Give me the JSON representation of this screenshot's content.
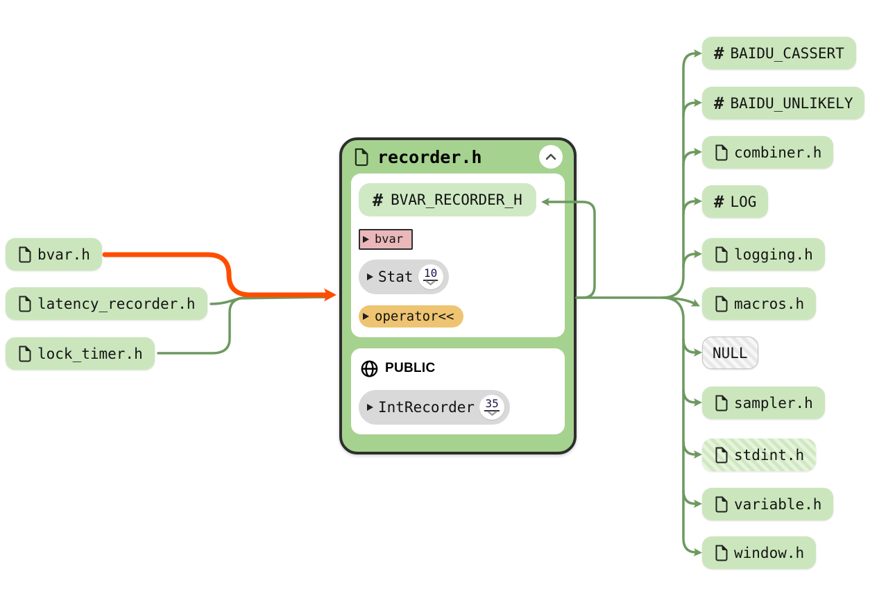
{
  "graph": {
    "left_nodes": [
      {
        "label": "bvar.h",
        "icon": "file-icon"
      },
      {
        "label": "latency_recorder.h",
        "icon": "file-icon"
      },
      {
        "label": "lock_timer.h",
        "icon": "file-icon"
      }
    ],
    "center_node": {
      "title": "recorder.h",
      "title_icon": "file-icon",
      "collapse_icon": "chevron-up-icon",
      "sections": [
        {
          "items": [
            {
              "label": "BVAR_RECORDER_H",
              "kind": "macro",
              "icon": "hash-icon"
            },
            {
              "label": "bvar",
              "kind": "module"
            },
            {
              "label": "Stat",
              "kind": "class",
              "count": "10"
            },
            {
              "label": "operator<<",
              "kind": "function"
            }
          ]
        },
        {
          "header": {
            "label": "PUBLIC",
            "icon": "globe-icon"
          },
          "items": [
            {
              "label": "IntRecorder",
              "kind": "class",
              "count": "35"
            }
          ]
        }
      ]
    },
    "right_nodes": [
      {
        "label": "BAIDU_CASSERT",
        "icon": "hash-icon",
        "hatched": false
      },
      {
        "label": "BAIDU_UNLIKELY",
        "icon": "hash-icon",
        "hatched": false
      },
      {
        "label": "combiner.h",
        "icon": "file-icon",
        "hatched": false
      },
      {
        "label": "LOG",
        "icon": "hash-icon",
        "hatched": false
      },
      {
        "label": "logging.h",
        "icon": "file-icon",
        "hatched": false
      },
      {
        "label": "macros.h",
        "icon": "file-icon",
        "hatched": false
      },
      {
        "label": "NULL",
        "icon": null,
        "hatched": true
      },
      {
        "label": "sampler.h",
        "icon": "file-icon",
        "hatched": false
      },
      {
        "label": "stdint.h",
        "icon": "file-icon",
        "hatched": true
      },
      {
        "label": "variable.h",
        "icon": "file-icon",
        "hatched": false
      },
      {
        "label": "window.h",
        "icon": "file-icon",
        "hatched": false
      }
    ],
    "edges": {
      "incoming": [
        {
          "from": "bvar.h",
          "to": "recorder.h",
          "highlighted": true
        },
        {
          "from": "latency_recorder.h",
          "to": "recorder.h",
          "highlighted": false
        },
        {
          "from": "lock_timer.h",
          "to": "recorder.h",
          "highlighted": false
        }
      ],
      "internal": [
        {
          "from": "recorder.h",
          "to": "BVAR_RECORDER_H"
        }
      ],
      "outgoing": [
        {
          "from": "recorder.h",
          "to": "BAIDU_CASSERT"
        },
        {
          "from": "recorder.h",
          "to": "BAIDU_UNLIKELY"
        },
        {
          "from": "recorder.h",
          "to": "combiner.h"
        },
        {
          "from": "recorder.h",
          "to": "LOG"
        },
        {
          "from": "recorder.h",
          "to": "logging.h"
        },
        {
          "from": "recorder.h",
          "to": "macros.h"
        },
        {
          "from": "recorder.h",
          "to": "NULL"
        },
        {
          "from": "recorder.h",
          "to": "sampler.h"
        },
        {
          "from": "recorder.h",
          "to": "stdint.h"
        },
        {
          "from": "recorder.h",
          "to": "variable.h"
        },
        {
          "from": "recorder.h",
          "to": "window.h"
        }
      ]
    },
    "colors": {
      "node_fill": "#a6d28f",
      "node_border": "#2e2e2e",
      "chip_green": "#cbe6bc",
      "chip_gray": "#d9d9d9",
      "chip_pink": "#eab8ba",
      "chip_amber": "#eec472",
      "edge_green": "#6d9960",
      "edge_highlight": "#ff4d00"
    }
  }
}
